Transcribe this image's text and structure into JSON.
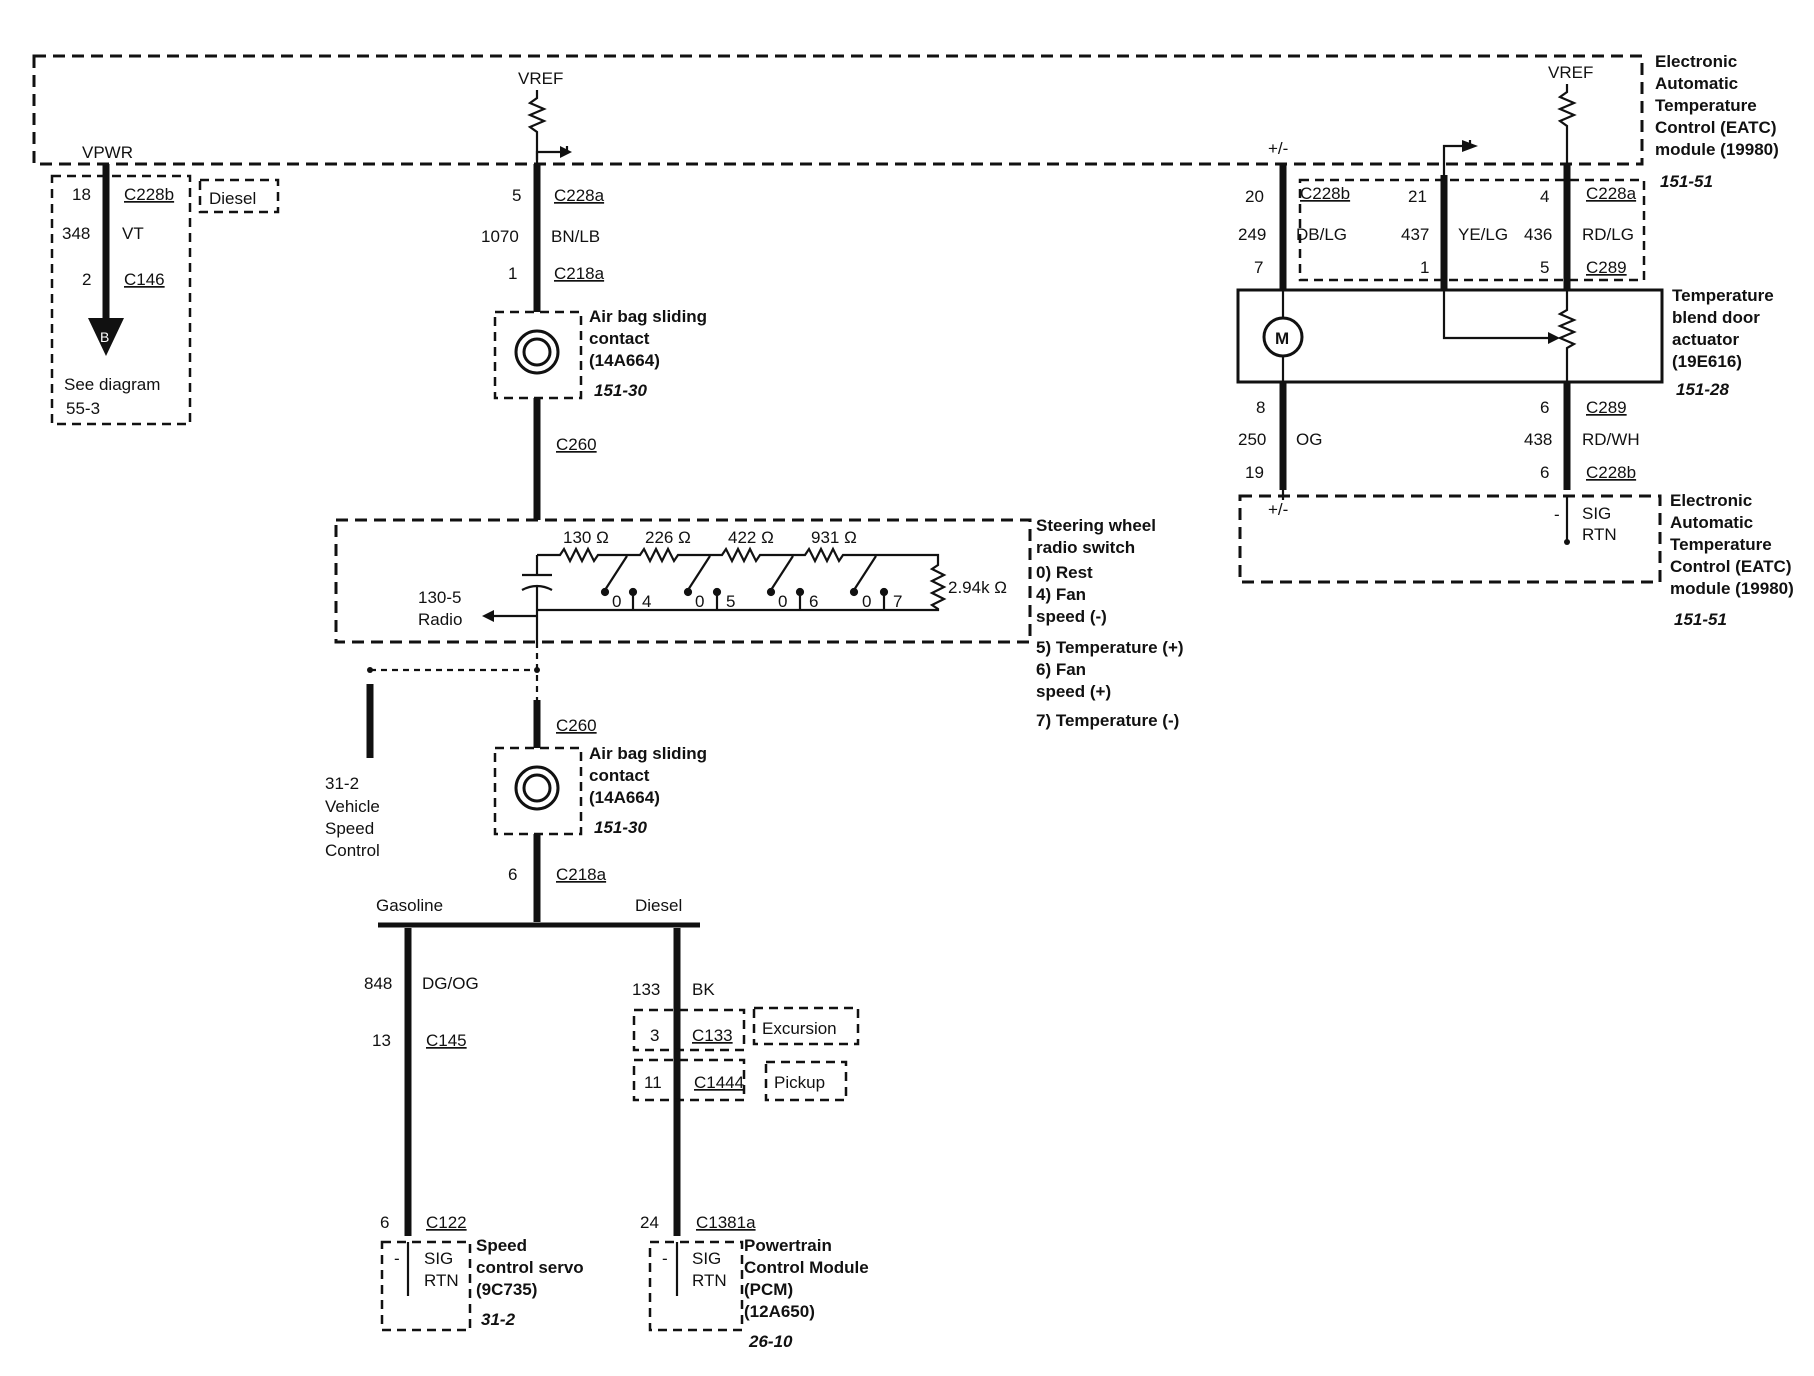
{
  "modules": {
    "eatc_top": {
      "lines": [
        "Electronic",
        "Automatic",
        "Temperature",
        "Control (EATC)",
        "module (19980)"
      ],
      "ref": "151-51"
    },
    "eatc_bottom": {
      "lines": [
        "Electronic",
        "Automatic",
        "Temperature",
        "Control (EATC)",
        "module (19980)"
      ],
      "ref": "151-51"
    },
    "blend_door": {
      "lines": [
        "Temperature",
        "blend door",
        "actuator",
        "(19E616)"
      ],
      "ref": "151-28"
    },
    "airbag_upper": {
      "lines": [
        "Air bag sliding",
        "contact",
        "(14A664)"
      ],
      "ref": "151-30"
    },
    "airbag_lower": {
      "lines": [
        "Air bag sliding",
        "contact",
        "(14A664)"
      ],
      "ref": "151-30"
    },
    "steering_switch": {
      "lines": [
        "Steering wheel",
        "radio switch"
      ],
      "functions": [
        "0) Rest",
        "4) Fan",
        "speed (-)",
        "5) Temperature (+)",
        "6) Fan",
        "speed (+)",
        "7) Temperature (-)"
      ]
    },
    "speed_servo": {
      "lines": [
        "Speed",
        "control servo",
        "(9C735)"
      ],
      "ref": "31-2"
    },
    "pcm": {
      "lines": [
        "Powertrain",
        "Control Module",
        "(PCM)",
        "(12A650)"
      ],
      "ref": "26-10"
    }
  },
  "power": {
    "vref_left": "VREF",
    "vref_right": "VREF",
    "vpwr": "VPWR",
    "plus_minus_top": "+/-",
    "plus_minus_bottom": "+/-"
  },
  "left_branch": {
    "pin_top": "18",
    "conn_top": "C228b",
    "diesel_tag": "Diesel",
    "circuit": "348",
    "color": "VT",
    "pin_bottom": "2",
    "conn_bottom": "C146",
    "arrow_letter": "B",
    "see": "See diagram",
    "see_ref": "55-3"
  },
  "center_wire": {
    "pin1": "5",
    "conn1": "C228a",
    "circuit": "1070",
    "color": "BN/LB",
    "pin2": "1",
    "conn2": "C218a",
    "conn3": "C260",
    "conn4": "C260",
    "pin5": "6",
    "conn5": "C218a"
  },
  "switch": {
    "resistors": [
      "130 Ω",
      "226 Ω",
      "422 Ω",
      "931 Ω"
    ],
    "end_resistor": "2.94k Ω",
    "contacts": [
      "0",
      "4",
      "0",
      "5",
      "0",
      "6",
      "0",
      "7"
    ],
    "radio_ref": "130-5",
    "radio": "Radio"
  },
  "vehicle_speed": {
    "ref": "31-2",
    "lines": [
      "Vehicle",
      "Speed",
      "Control"
    ]
  },
  "split": {
    "gasoline": "Gasoline",
    "diesel": "Diesel"
  },
  "gas_branch": {
    "circuit": "848",
    "color": "DG/OG",
    "pin1": "13",
    "conn1": "C145",
    "pin2": "6",
    "conn2": "C122",
    "sig": "SIG",
    "rtn": "RTN",
    "minus": "-"
  },
  "diesel_branch": {
    "circuit": "133",
    "color": "BK",
    "pin_exc": "3",
    "conn_exc": "C133",
    "excursion": "Excursion",
    "pin_pick": "11",
    "conn_pick": "C1444",
    "pickup": "Pickup",
    "pin2": "24",
    "conn2": "C1381a",
    "sig": "SIG",
    "rtn": "RTN",
    "minus": "-"
  },
  "right_top": {
    "w1": {
      "pin": "20",
      "conn": "C228b",
      "circuit": "249",
      "color": "DB/LG",
      "pin_c289": "7"
    },
    "w2": {
      "pin": "21",
      "circuit": "437",
      "color": "YE/LG",
      "pin_c289": "1"
    },
    "w3": {
      "pin": "4",
      "conn": "C228a",
      "circuit": "436",
      "color": "RD/LG",
      "pin_c289": "5",
      "conn_c289": "C289"
    },
    "motor": "M"
  },
  "right_bottom": {
    "w1": {
      "pin_c289": "8",
      "circuit": "250",
      "color": "OG",
      "pin_c228": "19"
    },
    "w3": {
      "pin_c289": "6",
      "conn_c289": "C289",
      "circuit": "438",
      "color": "RD/WH",
      "pin_c228": "6",
      "conn_c228": "C228b"
    },
    "minus": "-",
    "sig": "SIG",
    "rtn": "RTN"
  }
}
